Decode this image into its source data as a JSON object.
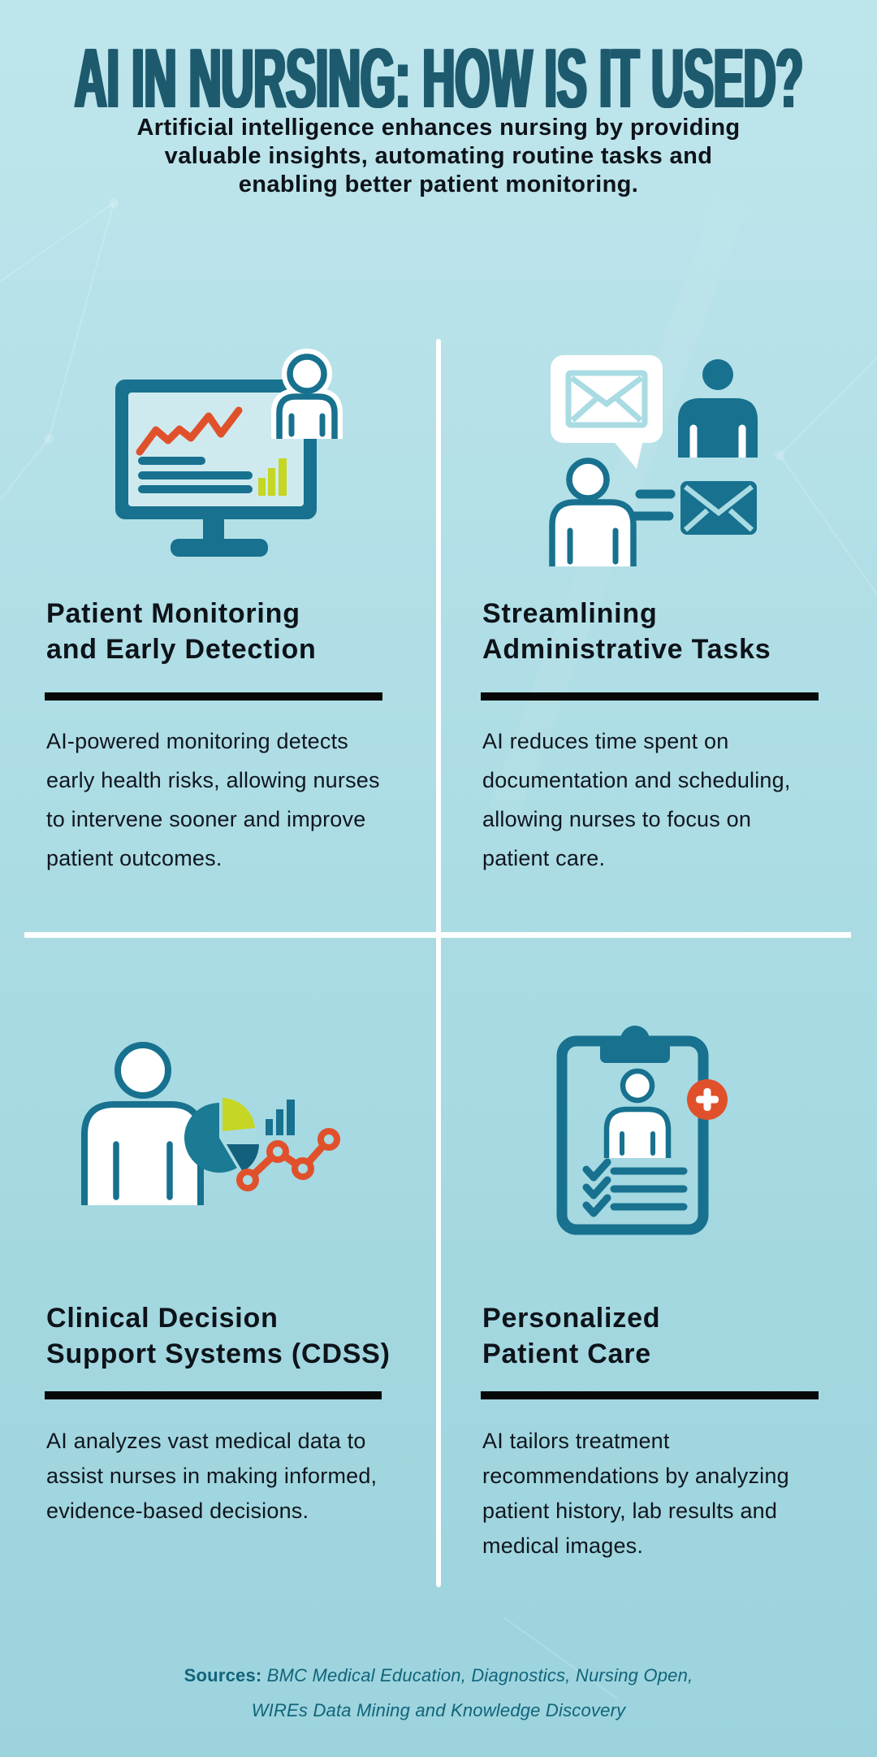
{
  "colors": {
    "bg_top": "#bfe5ec",
    "bg_mid": "#a9dbe3",
    "bg_bottom": "#9cd3dd",
    "title": "#1d5a6e",
    "heading": "#0d1319",
    "body": "#10161e",
    "black_bar": "#070707",
    "white": "#ffffff",
    "teal": "#17718f",
    "teal_deep": "#13607c",
    "pie": "#1b7a94",
    "orange": "#e0512b",
    "lime": "#c5d624",
    "screen": "#cfeaef",
    "footer": "#11647a"
  },
  "header": {
    "title": "AI IN NURSING: HOW IS IT USED?",
    "subtitle_lines": [
      "Artificial intelligence enhances nursing by providing",
      "valuable insights, automating routine tasks and",
      "enabling better patient monitoring."
    ]
  },
  "quadrants": [
    {
      "icon": "monitor-analytics-person-icon",
      "heading_lines": [
        "Patient Monitoring",
        "and Early Detection"
      ],
      "body_lines": [
        "AI-powered monitoring detects",
        "early health risks, allowing nurses",
        "to intervene sooner and improve",
        "patient outcomes."
      ]
    },
    {
      "icon": "messaging-people-mail-icon",
      "heading_lines": [
        "Streamlining",
        "Administrative Tasks"
      ],
      "body_lines": [
        "AI reduces time spent on",
        "documentation and scheduling,",
        "allowing nurses to focus on",
        "patient care."
      ]
    },
    {
      "icon": "person-pie-chart-analytics-icon",
      "heading_lines": [
        "Clinical Decision",
        "Support Systems (CDSS)"
      ],
      "body_lines": [
        "AI analyzes vast medical data to",
        "assist nurses in making informed,",
        "evidence-based decisions."
      ]
    },
    {
      "icon": "clipboard-patient-record-icon",
      "heading_lines": [
        "Personalized",
        "Patient Care"
      ],
      "body_lines": [
        "AI tailors treatment",
        "recommendations by analyzing",
        "patient history, lab results and",
        "medical images."
      ]
    }
  ],
  "footer": {
    "sources_label": "Sources:",
    "sources_line1": " BMC Medical Education, Diagnostics, Nursing Open,",
    "sources_line2": "WIREs Data Mining and Knowledge Discovery"
  }
}
